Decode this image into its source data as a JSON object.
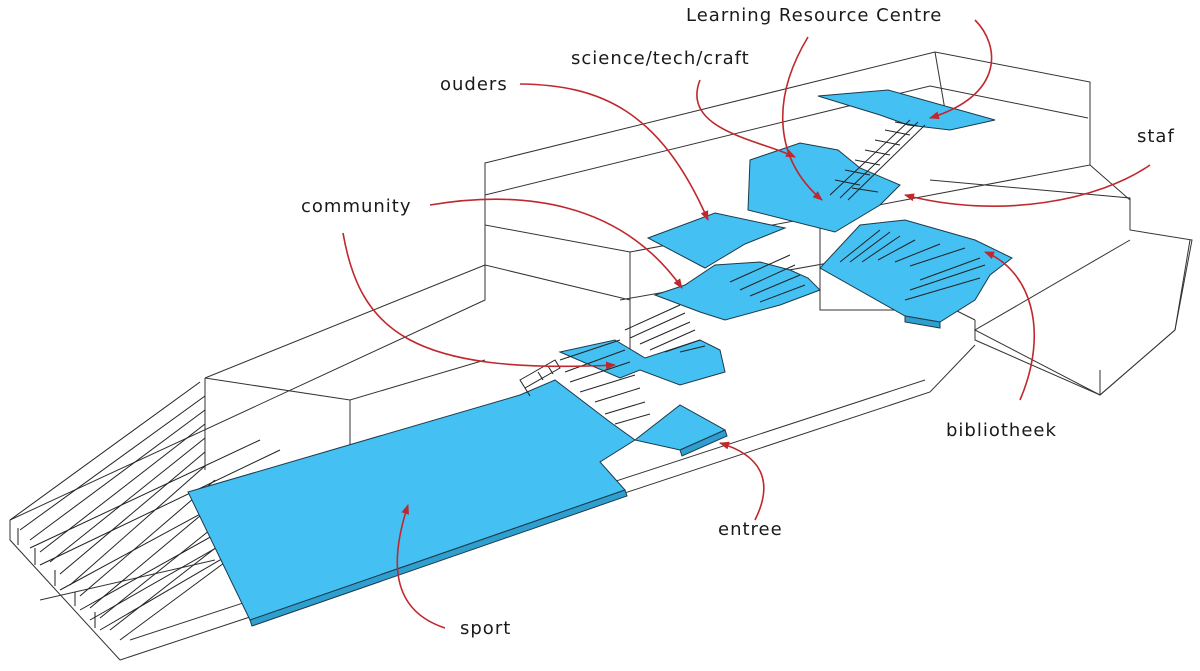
{
  "colors": {
    "slab": "#44c0f3",
    "slab_edge": "#1d3a4a",
    "wire": "#333333",
    "arrow": "#c0282d",
    "text": "#1a1a1a"
  },
  "labels": {
    "lrc": "Learning Resource Centre",
    "science": "science/tech/craft",
    "ouders": "ouders",
    "staf": "staf",
    "community": "community",
    "bibliotheek": "bibliotheek",
    "entree": "entree",
    "sport": "sport"
  }
}
